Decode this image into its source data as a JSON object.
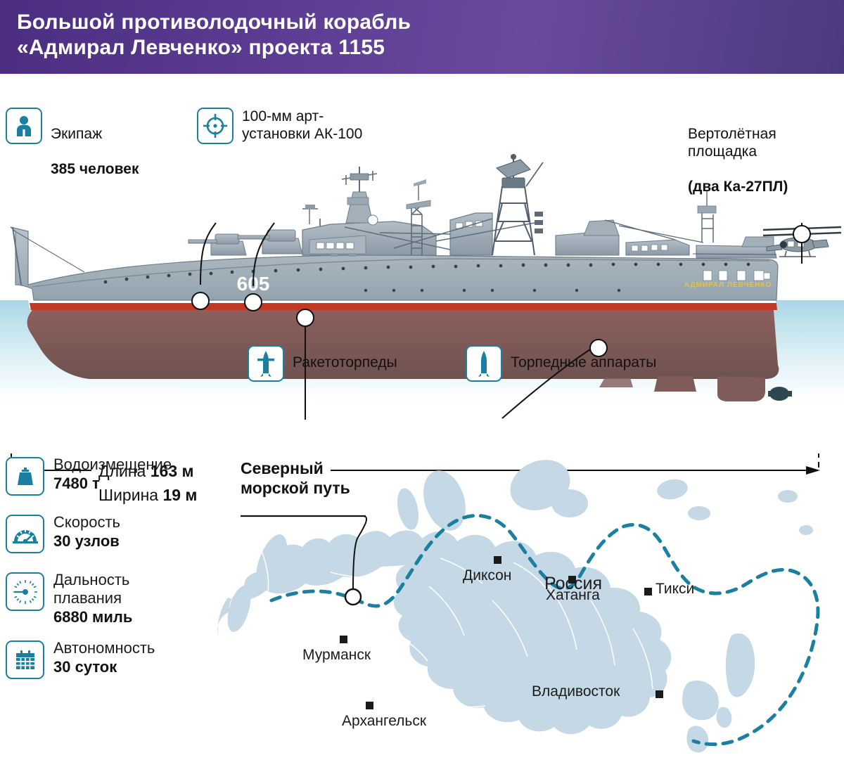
{
  "header": {
    "title": "Большой противолодочный корабль\n«Адмирал Левченко» проекта 1155",
    "bg_color_left": "#4b2d82",
    "bg_color_right": "#4c3a7e"
  },
  "accent_color": "#1a7fa0",
  "ship": {
    "hull_number": "605",
    "stern_name": "АДМИРАЛ ЛЕВЧЕНКО"
  },
  "callouts": {
    "crew": {
      "label": "Экипаж",
      "value": "385 человек",
      "icon": "person-icon"
    },
    "guns": {
      "label": "100-мм арт-\nустановки АК-100",
      "icon": "crosshair-icon"
    },
    "helipad": {
      "label": "Вертолётная\nплощадка",
      "value": "(два Ка-27ПЛ)"
    },
    "rocket_torpedoes": {
      "label": "Ракетоторпеды",
      "icon": "rocket-torpedo-icon"
    },
    "torpedo_tubes": {
      "label": "Торпедные аппараты",
      "icon": "torpedo-tube-icon"
    }
  },
  "dimensions": {
    "length_label": "Длина",
    "length_value": "163 м",
    "beam_label": "Ширина",
    "beam_value": "19 м"
  },
  "stats": [
    {
      "label": "Водоизмещение",
      "value": "7480 т",
      "icon": "weight-icon"
    },
    {
      "label": "Скорость",
      "value": "30 узлов",
      "icon": "speedometer-icon"
    },
    {
      "label": "Дальность\nплавания",
      "value": "6880 миль",
      "icon": "dial-gauge-icon"
    },
    {
      "label": "Автономность",
      "value": "30 суток",
      "icon": "calendar-icon"
    }
  ],
  "map": {
    "route_title": "Северный\nморской путь",
    "country_label": "Россия",
    "route_color": "#1a7fa0",
    "land_color": "#c5d8e6",
    "cities": [
      {
        "name": "Мурманск"
      },
      {
        "name": "Архангельск"
      },
      {
        "name": "Диксон"
      },
      {
        "name": "Хатанга"
      },
      {
        "name": "Тикси"
      },
      {
        "name": "Владивосток"
      }
    ]
  }
}
